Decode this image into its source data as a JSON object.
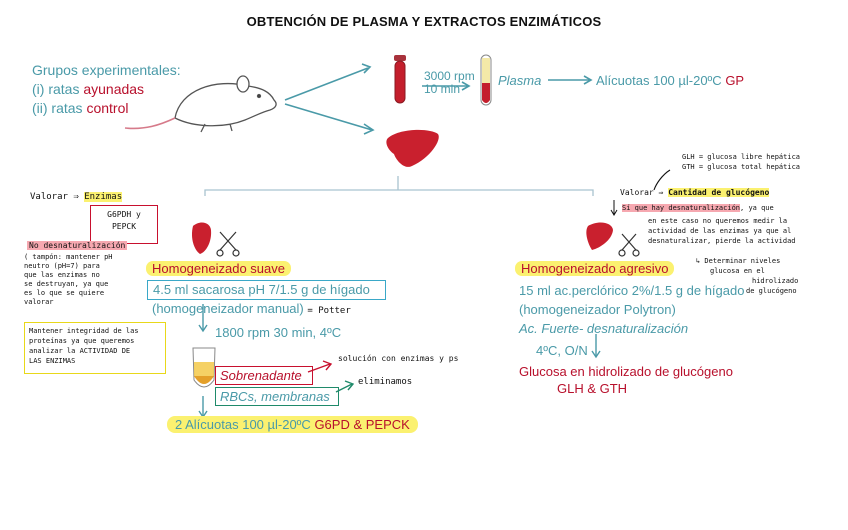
{
  "title": "OBTENCIÓN DE PLASMA Y EXTRACTOS ENZIMÁTICOS",
  "groups": {
    "heading": "Grupos experimentales:",
    "item1_prefix": "(i) ratas ",
    "item1_red": "ayunadas",
    "item2_prefix": "(ii) ratas ",
    "item2_red": "control"
  },
  "centrifuge": {
    "speed": "3000 rpm",
    "time": "10 min"
  },
  "plasma": {
    "label": "Plasma",
    "aliquots_prefix": "Alícuotas 100 µl-20ºC ",
    "aliquots_red": "GP"
  },
  "left_branch": {
    "note_valorar": "Valorar ⇒",
    "note_enzimas": "Enzimas",
    "boxed_enzymes": [
      "G6PDH y",
      "PEPCK"
    ],
    "note_no_desnat": "No desnaturalización",
    "note_tampon": [
      "( tampón: mantener pH",
      "neutro (pH=7) para",
      "que las enzimas no",
      "se destruyan, ya que",
      "es lo que se quiere",
      "valorar"
    ],
    "note_box": [
      "Mantener integridad de las",
      "proteínas ya que queremos",
      "analizar la ACTIVIDAD DE",
      "LAS ENZIMAS"
    ],
    "header": "Homogeneizado suave",
    "line1": "4.5 ml sacarosa pH 7/1.5 g de hígado",
    "line2": "(homogeneizador manual)",
    "note_potter": "= Potter",
    "step": "1800 rpm  30 min, 4ºC",
    "supernatant": "Sobrenadante",
    "note_supernatant": "solución con enzimas y ps",
    "pellet": "RBCs, membranas",
    "note_pellet": "eliminamos",
    "result_prefix": "2 Alícuotas 100 µl-20ºC ",
    "result_red": "G6PD & PEPCK"
  },
  "right_branch": {
    "note_glh": "GLH = glucosa libre hepática",
    "note_gth": "GTH = glucosa total hepática",
    "note_valorar": "Valorar ⇒",
    "note_glucogeno": "Cantidad de glucógeno",
    "note_desnat": "Sí que hay desnaturalización",
    "note_desnat_rest": ", ya que",
    "note_explain": [
      "en este caso no queremos medir la",
      "actividad de las enzimas ya que al",
      "desnaturalizar, pierde la actividad"
    ],
    "note_determinar": [
      "↳ Determinar niveles",
      "glucosa en el",
      "hidrolizado",
      "de glucógeno"
    ],
    "header": "Homogeneizado agresivo",
    "line1": "15 ml ac.perclórico 2%/1.5 g de hígado",
    "line2": "(homogeneizador Polytron)",
    "line3": "Ac. Fuerte- desnaturalización",
    "step": "4ºC, O/N",
    "result_line1": "Glucosa en hidrolizado de glucógeno",
    "result_line2": "GLH & GTH"
  },
  "icons": [
    "rat-icon",
    "blood-tube-icon",
    "plasma-tube-icon",
    "liver-icon",
    "scissors-icon",
    "centrifuge-tube-icon"
  ],
  "colors": {
    "teal": "#4a9aa8",
    "red": "#b8102c",
    "highlight_yellow": "#fbf170",
    "highlight_pink": "#f6a8b0",
    "box_red": "#c8102e",
    "box_cyan": "#3aa8c8",
    "box_green": "#1f8a6a",
    "box_yellow": "#e8d81a"
  }
}
